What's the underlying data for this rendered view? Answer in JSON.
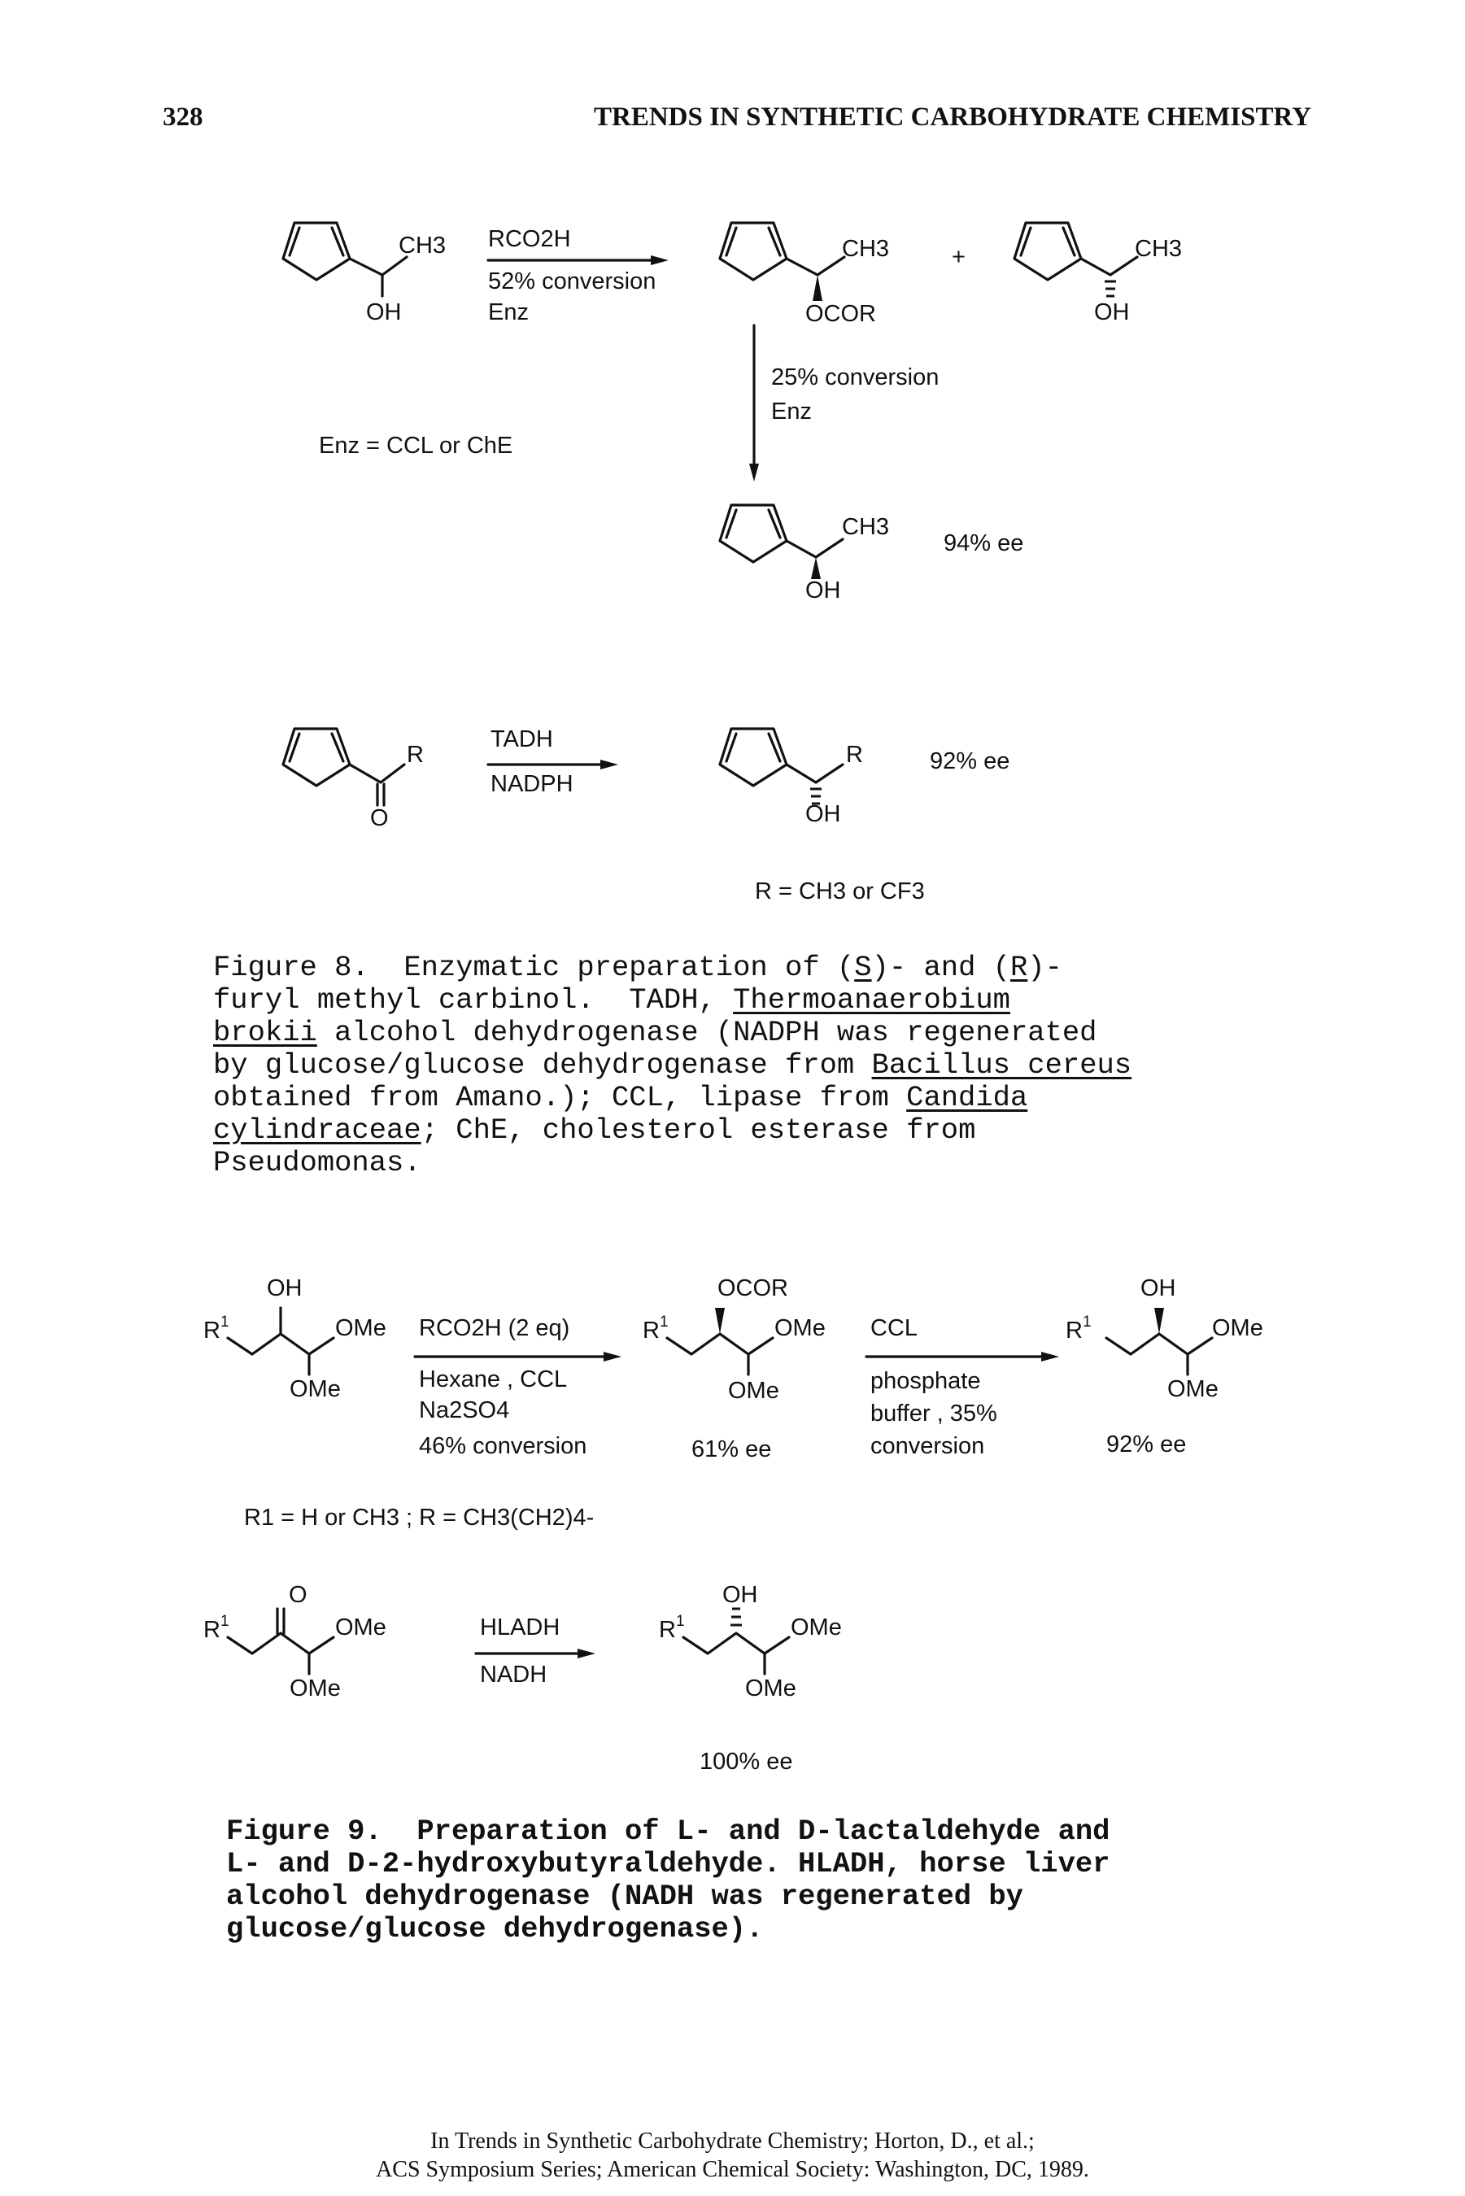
{
  "header": {
    "page_number": "328",
    "running_title": "TRENDS IN SYNTHETIC CARBOHYDRATE CHEMISTRY"
  },
  "figure8": {
    "scheme1": {
      "sm_ch3": "CH3",
      "sm_oh": "OH",
      "reagent_top": "RCO2H",
      "reagent_mid": "52% conversion",
      "reagent_bot": "Enz",
      "ester_ch3": "CH3",
      "ester_ocor": "OCOR",
      "plus": "+",
      "alc_ch3": "CH3",
      "alc_oh": "OH",
      "enz_def": "Enz = CCL or ChE",
      "down_top": "25% conversion",
      "down_bot": "Enz",
      "prod_ch3": "CH3",
      "prod_oh": "OH",
      "prod_ee": "94% ee"
    },
    "scheme2": {
      "ketone_r": "R",
      "ketone_o": "O",
      "reagent_top": "TADH",
      "reagent_bot": "NADPH",
      "prod_r": "R",
      "prod_oh": "OH",
      "prod_ee": "92% ee",
      "r_def": "R = CH3 or CF3"
    },
    "caption": {
      "label": "Figure 8.",
      "text_1": "Enzymatic preparation of (",
      "s": "S",
      "text_2": ")- and (",
      "r": "R",
      "text_3": ")-",
      "line2_a": "furyl methyl carbinol.  TADH, ",
      "organism1a": "Thermoanaerobium",
      "organism1b": "brokii",
      "line3_rest": " alcohol dehydrogenase (NADPH was regenerated",
      "line4": "by glucose/glucose dehydrogenase from ",
      "organism2": "Bacillus cereus",
      "line5_a": "obtained from Amano.); CCL, lipase from ",
      "organism3a": "Candida",
      "organism3b": "cylindraceae",
      "line6_rest": "; ChE, cholesterol esterase from",
      "line7": "Pseudomonas."
    }
  },
  "figure9": {
    "scheme1": {
      "sm_oh": "OH",
      "sm_r1": "R",
      "sm_ome1": "OMe",
      "sm_ome2": "OMe",
      "reagent1": "RCO2H (2 eq)",
      "reagent2": "Hexane , CCL",
      "reagent3": "Na2SO4",
      "reagent4": "46% conversion",
      "ester_ocor": "OCOR",
      "ester_r": "R",
      "ester_ome1": "OMe",
      "ester_ome2": "OMe",
      "ester_ee": "61% ee",
      "reagent_b1": "CCL",
      "reagent_b2": "phosphate",
      "reagent_b3": "buffer , 35%",
      "reagent_b4": "conversion",
      "prod_oh": "OH",
      "prod_r": "R",
      "prod_ome1": "OMe",
      "prod_ome2": "OMe",
      "prod_ee": "92% ee",
      "r_def": "R1 = H or CH3 ; R = CH3(CH2)4-"
    },
    "scheme2": {
      "ketone_o": "O",
      "ketone_r": "R",
      "ketone_ome1": "OMe",
      "ketone_ome2": "OMe",
      "reagent_top": "HLADH",
      "reagent_bot": "NADH",
      "prod_oh": "OH",
      "prod_r": "R",
      "prod_ome1": "OMe",
      "prod_ome2": "OMe",
      "prod_ee": "100% ee"
    },
    "caption": {
      "line1": "Figure 9.  Preparation of L- and D-lactaldehyde and",
      "line2": "L- and D-2-hydroxybutyraldehyde. HLADH, horse liver",
      "line3": "alcohol dehydrogenase (NADH was regenerated by",
      "line4": "glucose/glucose dehydrogenase)."
    }
  },
  "footer": {
    "line1": "In Trends in Synthetic Carbohydrate Chemistry; Horton, D., et al.;",
    "line2": "ACS Symposium Series; American Chemical Society: Washington, DC, 1989."
  }
}
